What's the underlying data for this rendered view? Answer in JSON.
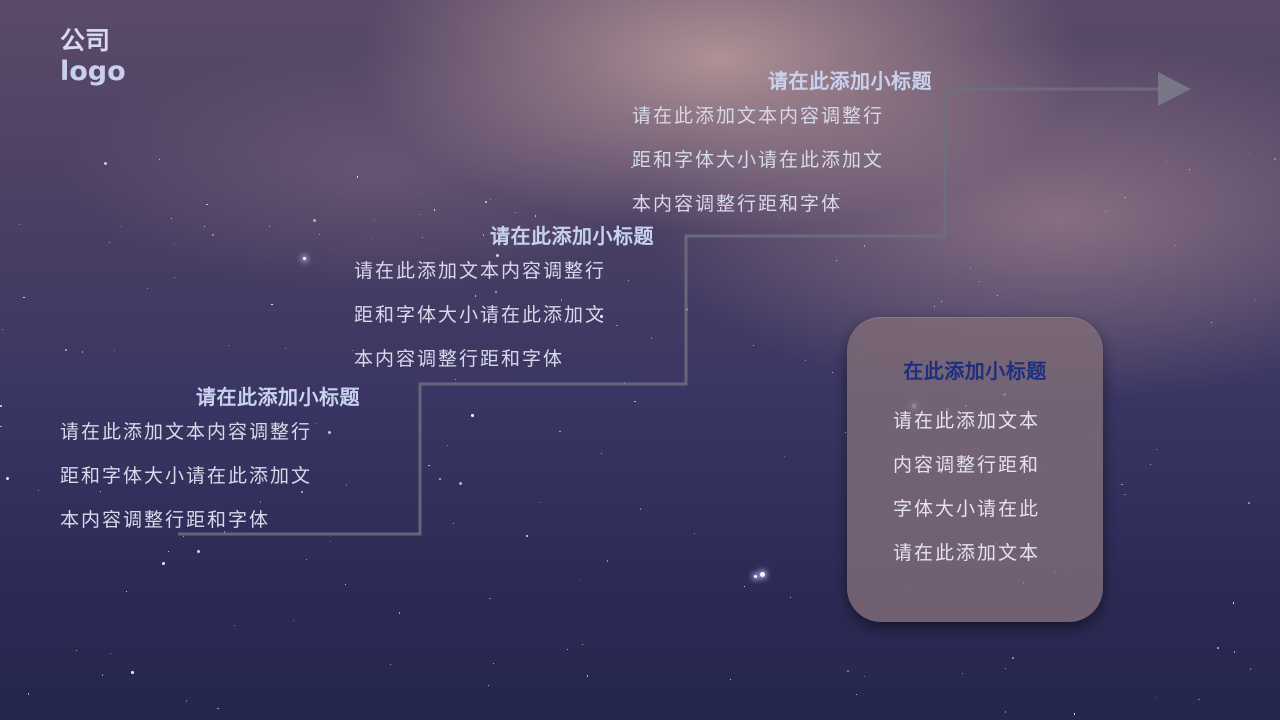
{
  "logo": {
    "company": "公司",
    "word": "logo"
  },
  "colors": {
    "background": "#2c2b56",
    "step_line": "#6f6f7f",
    "arrow": "#7a7a8a",
    "title": "#c8d2ef",
    "body_text": "#d7d8ea",
    "card_bg": "#806c78",
    "card_title": "#1e2f82"
  },
  "sections": [
    {
      "title": "请在此添加小标题",
      "lines": [
        "请在此添加文本内容调整行",
        "距和字体大小请在此添加文",
        "本内容调整行距和字体"
      ]
    },
    {
      "title": "请在此添加小标题",
      "lines": [
        "请在此添加文本内容调整行",
        "距和字体大小请在此添加文",
        "本内容调整行距和字体"
      ]
    },
    {
      "title": "请在此添加小标题",
      "lines": [
        "请在此添加文本内容调整行",
        "距和字体大小请在此添加文",
        "本内容调整行距和字体"
      ]
    }
  ],
  "card": {
    "title": "在此添加小标题",
    "lines": [
      "请在此添加文本",
      "内容调整行距和",
      "字体大小请在此",
      "请在此添加文本"
    ]
  }
}
